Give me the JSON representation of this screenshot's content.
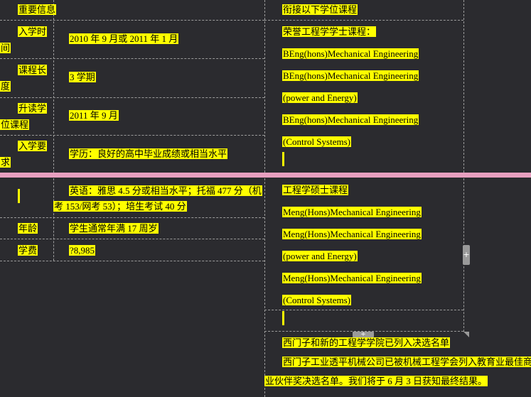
{
  "left_table_top": [
    {
      "label_parts": [
        "重要信息"
      ],
      "value": ""
    },
    {
      "label_parts": [
        "入学时",
        "间"
      ],
      "value": "2010 年 9 月或 2011 年 1 月"
    },
    {
      "label_parts": [
        "课程长",
        "度"
      ],
      "value": "3  学期"
    },
    {
      "label_parts": [
        "升读学",
        "位课程"
      ],
      "value": "2011 年 9 月"
    },
    {
      "label_parts": [
        "入学要",
        "求"
      ],
      "value": "学历：良好的高中毕业成绩或相当水平"
    }
  ],
  "left_table_bottom": {
    "english_req_line1": "英语：雅思 4.5  分或相当水平；托福  477 分（机",
    "english_req_line2": "考 153/网考 53）；培生考试 40  分",
    "age_label": "年龄",
    "age_value": "学生通常年满 17 周岁",
    "fee_label": "学费",
    "fee_value": "?8,985"
  },
  "right_top": {
    "heading": "衔接以下学位课程",
    "lines": [
      "荣誉工程学学士课程：",
      "BEng(hons)Mechanical Engineering",
      "BEng(hons)Mechanical Engineering",
      "(power and Energy)",
      "BEng(hons)Mechanical Engineering",
      "(Control Systems)"
    ]
  },
  "right_bottom": {
    "lines": [
      "工程学硕士课程",
      "Meng(Hons)Mechanical Engineering",
      "Meng(Hons)Mechanical Engineering",
      "(power and Energy)",
      "Meng(Hons)Mechanical Engineering",
      "(Control Systems)"
    ],
    "news_title": "西门子和新的工程学学院已列入决选名单",
    "news_line1": "西门子工业透平机械公司已被机械工程学会列入教育业最佳商",
    "news_line2": "业伙伴奖决选名单。我们将于 6 月 3 日获知最终结果。"
  },
  "handles": {
    "side": "+",
    "bottom": "+"
  }
}
